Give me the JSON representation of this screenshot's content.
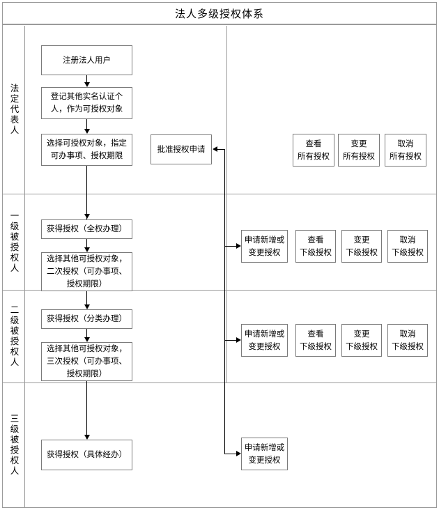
{
  "title": "法人多级授权体系",
  "rows": [
    {
      "id": "legal-representative",
      "label": "法定代表人",
      "steps": [
        {
          "id": "register-legal-user",
          "text": "注册法人用户"
        },
        {
          "id": "register-verified-persons",
          "text": "登记其他实名认证个\n人，作为可授权对象"
        },
        {
          "id": "select-grantee-scope",
          "text": "选择可授权对象，指定\n可办事项、授权期限"
        }
      ],
      "approval": {
        "id": "approve-authorization-request",
        "text": "批准授权申请"
      },
      "actions": [
        {
          "id": "view-all-authorizations",
          "text": "查看\n所有授权"
        },
        {
          "id": "change-all-authorizations",
          "text": "变更\n所有授权"
        },
        {
          "id": "cancel-all-authorizations",
          "text": "取消\n所有授权"
        }
      ]
    },
    {
      "id": "level-1-grantee",
      "label": "一级被授权人",
      "steps": [
        {
          "id": "granted-full-authority",
          "text": "获得授权（全权办理）"
        },
        {
          "id": "second-level-delegation",
          "text": "选择其他可授权对象，\n二次授权（可办事项、\n授权期限）"
        }
      ],
      "actions": [
        {
          "id": "apply-add-or-change-authorization",
          "text": "申请新增或\n变更授权"
        },
        {
          "id": "view-sub-authorizations",
          "text": "查看\n下级授权"
        },
        {
          "id": "change-sub-authorizations",
          "text": "变更\n下级授权"
        },
        {
          "id": "cancel-sub-authorizations",
          "text": "取消\n下级授权"
        }
      ]
    },
    {
      "id": "level-2-grantee",
      "label": "二级被授权人",
      "steps": [
        {
          "id": "granted-categorized-authority",
          "text": "获得授权（分类办理）"
        },
        {
          "id": "third-level-delegation",
          "text": "选择其他可授权对象，\n三次授权（可办事项、\n授权期限）"
        }
      ],
      "actions": [
        {
          "id": "apply-add-or-change-authorization",
          "text": "申请新增或\n变更授权"
        },
        {
          "id": "view-sub-authorizations",
          "text": "查看\n下级授权"
        },
        {
          "id": "change-sub-authorizations",
          "text": "变更\n下级授权"
        },
        {
          "id": "cancel-sub-authorizations",
          "text": "取消\n下级授权"
        }
      ]
    },
    {
      "id": "level-3-grantee",
      "label": "三级被授权人",
      "steps": [
        {
          "id": "granted-specific-handling",
          "text": "获得授权（具体经办）"
        }
      ],
      "actions": [
        {
          "id": "apply-add-or-change-authorization",
          "text": "申请新增或\n变更授权"
        }
      ]
    }
  ],
  "colors": {
    "grid_line": "#9a9a9a",
    "node_border": "#7a7a7a",
    "connector": "#000000",
    "background": "#ffffff",
    "text": "#000000"
  }
}
